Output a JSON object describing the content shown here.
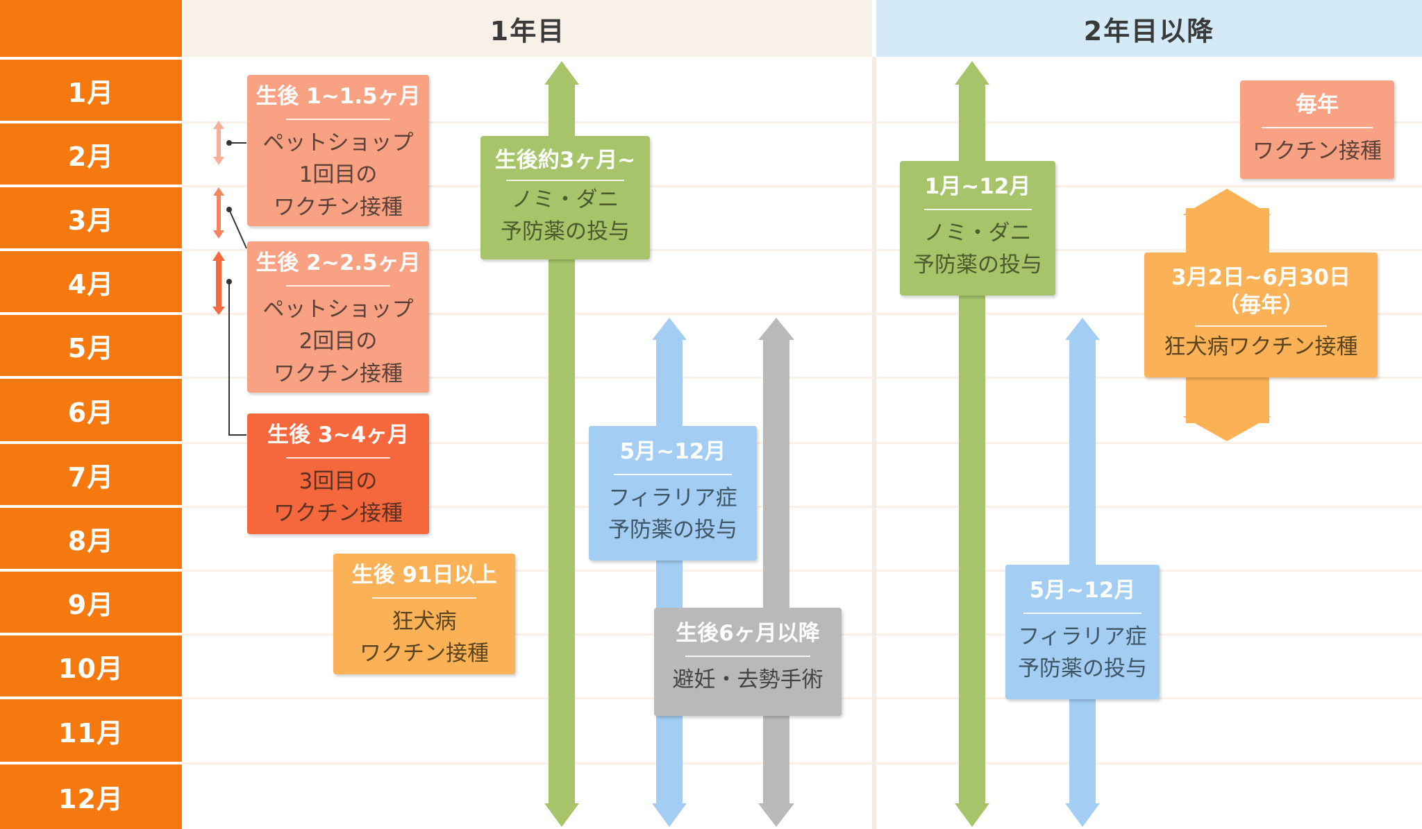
{
  "months": [
    "1月",
    "2月",
    "3月",
    "4月",
    "5月",
    "6月",
    "7月",
    "8月",
    "9月",
    "10月",
    "11月",
    "12月"
  ],
  "columns": {
    "year1": "1年目",
    "year2": "2年目以降"
  },
  "year1": {
    "vaccine1": {
      "title": "生後 1~1.5ヶ月",
      "lines": [
        "ペットショップ",
        "1回目の",
        "ワクチン接種"
      ]
    },
    "vaccine2": {
      "title": "生後 2~2.5ヶ月",
      "lines": [
        "ペットショップ",
        "2回目の",
        "ワクチン接種"
      ]
    },
    "vaccine3": {
      "title": "生後 3~4ヶ月",
      "lines": [
        "3回目の",
        "ワクチン接種"
      ]
    },
    "rabies": {
      "title": "生後 91日以上",
      "lines": [
        "狂犬病",
        "ワクチン接種"
      ]
    },
    "flea": {
      "title": "生後約3ヶ月~",
      "lines": [
        "ノミ・ダニ",
        "予防薬の投与"
      ]
    },
    "filaria": {
      "title": "5月~12月",
      "lines": [
        "フィラリア症",
        "予防薬の投与"
      ]
    },
    "spay": {
      "title": "生後6ヶ月以降",
      "lines": [
        "避妊・去勢手術"
      ]
    }
  },
  "year2": {
    "flea": {
      "title": "1月~12月",
      "lines": [
        "ノミ・ダニ",
        "予防薬の投与"
      ]
    },
    "annual": {
      "title": "毎年",
      "lines": [
        "ワクチン接種"
      ]
    },
    "rabies": {
      "title": "3月2日~6月30日（毎年）",
      "lines": [
        "狂犬病ワクチン接種"
      ]
    },
    "filaria": {
      "title": "5月~12月",
      "lines": [
        "フィラリア症",
        "予防薬の投与"
      ]
    }
  },
  "colors": {
    "month_bg": "#f5790f",
    "year1_header": "#f9f1e7",
    "year2_header": "#d4eaf7",
    "salmon": "#f9a283",
    "coral": "#f5683d",
    "orange": "#fbb256",
    "green": "#a7c46b",
    "blue": "#a4cdf3",
    "gray": "#b9b9b9"
  }
}
